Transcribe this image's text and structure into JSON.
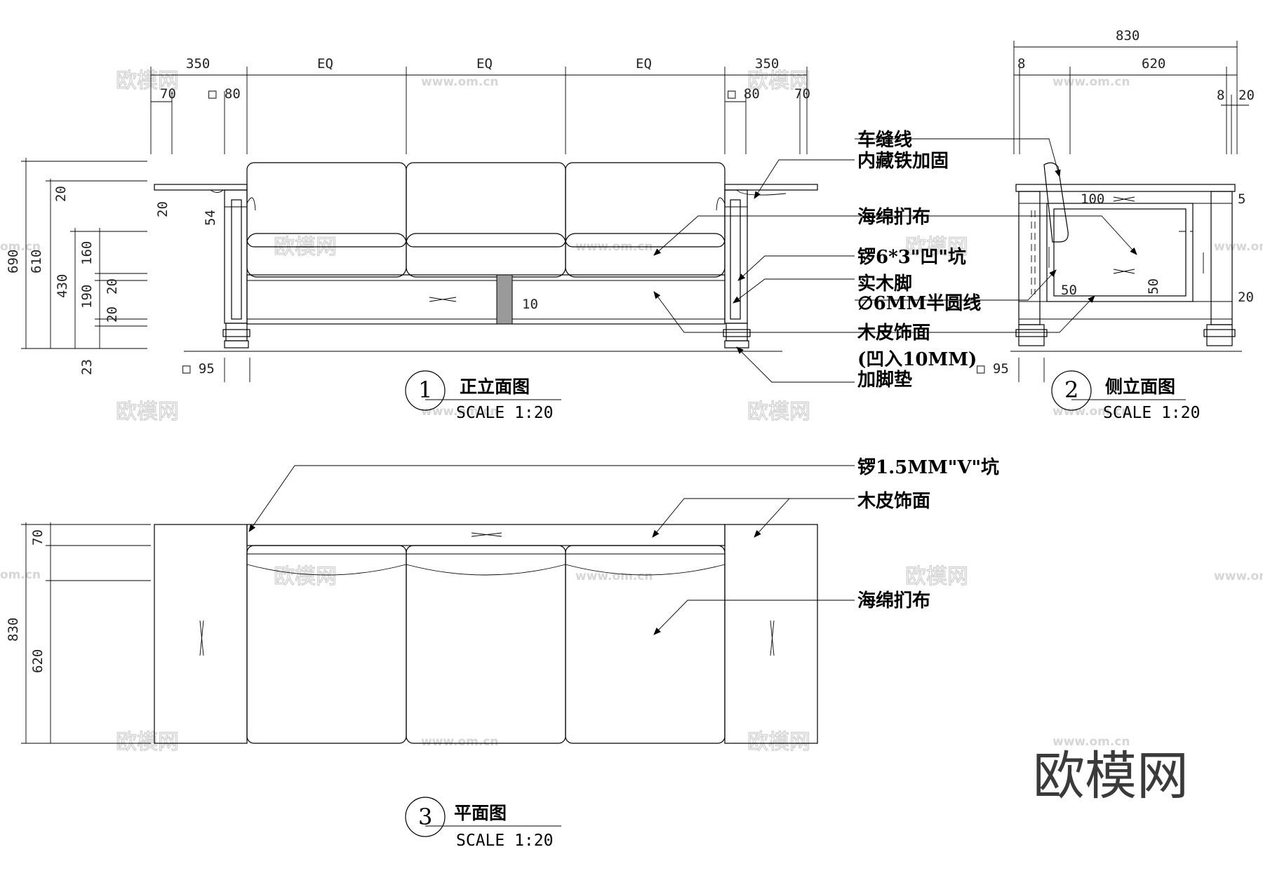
{
  "front_elevation": {
    "number": "1",
    "title": "正立面图",
    "scale": "SCALE 1:20",
    "top_dims": [
      "350",
      "EQ",
      "EQ",
      "EQ",
      "350"
    ],
    "sub_dims": [
      "70",
      "□ 80",
      "□ 80",
      "70"
    ],
    "left_dims": [
      "690",
      "610",
      "430",
      "20",
      "20",
      "54",
      "160",
      "190",
      "20",
      "20",
      "23"
    ],
    "leg_dim": "□ 95",
    "inner_dim": "10"
  },
  "side_elevation": {
    "number": "2",
    "title": "侧立面图",
    "scale": "SCALE 1:20",
    "top_dims": [
      "830",
      "8",
      "620",
      "8",
      "20"
    ],
    "inner_dims": [
      "100",
      "5",
      "50",
      "50",
      "20"
    ],
    "leg_dim": "□ 95"
  },
  "plan": {
    "number": "3",
    "title": "平面图",
    "scale": "SCALE 1:20",
    "left_dims": [
      "70",
      "830",
      "620"
    ]
  },
  "annotations": {
    "stitch": "车缝线",
    "iron": "内藏铁加固",
    "sponge_top": "海绵扪布",
    "groove": "锣6*3\"凹\"坑",
    "leg": "实木脚",
    "halfround": "∅6MM半圆线",
    "veneer_front": "木皮饰面",
    "recess": "(凹入10MM)",
    "foot_pad": "加脚垫",
    "v_groove": "锣1.5MM\"V\"坑",
    "veneer_plan": "木皮饰面",
    "sponge_plan": "海绵扪布"
  },
  "watermark": {
    "text": "欧模网",
    "url": "www.om.cn",
    "url_partial": "om.cn",
    "brand": "欧模网"
  }
}
